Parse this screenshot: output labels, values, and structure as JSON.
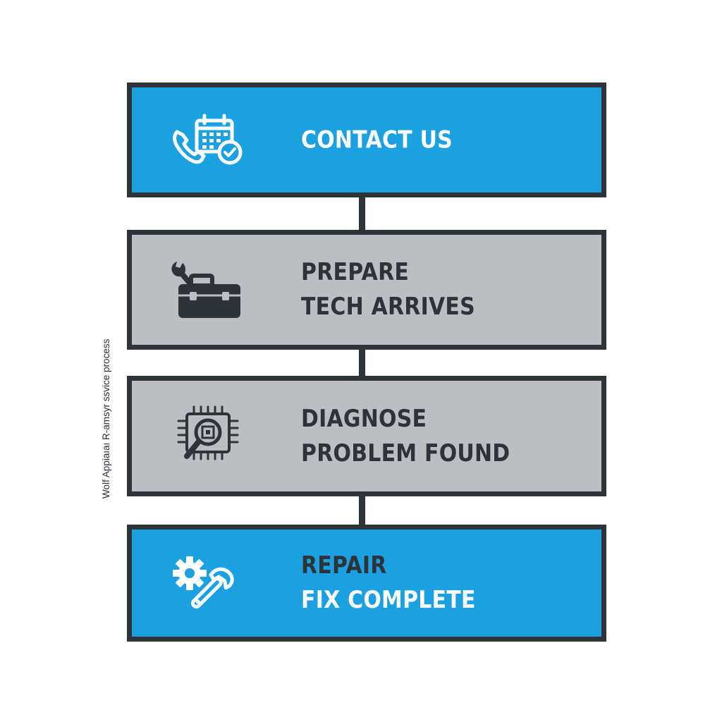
{
  "side_caption": "Wolf Appiaıaı R-amsyr ssvice process",
  "colors": {
    "blue": "#1ba1e2",
    "gray": "#bcbec2",
    "border": "#2e3338",
    "white_text": "#ffffff",
    "dark_text": "#2e3338"
  },
  "steps": [
    {
      "icon": "phone-calendar-check-icon",
      "lines": [
        "CONTACT US"
      ],
      "style": "blue"
    },
    {
      "icon": "toolbox-wrench-icon",
      "lines": [
        "PREPARE",
        "TECH ARRIVES"
      ],
      "style": "gray"
    },
    {
      "icon": "chip-magnifier-icon",
      "lines": [
        "DIAGNOSE",
        "PROBLEM FOUND"
      ],
      "style": "gray"
    },
    {
      "icon": "gear-wrench-icon",
      "lines": [
        "REPAIR",
        "FIX COMPLETE"
      ],
      "style": "blue"
    }
  ]
}
